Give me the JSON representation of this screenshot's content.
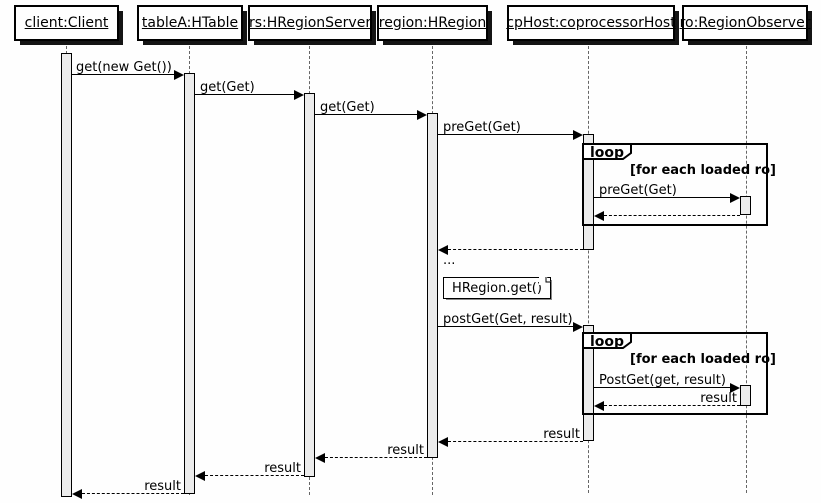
{
  "diagram": {
    "type": "uml-sequence-diagram",
    "participants": [
      {
        "label": "client:Client"
      },
      {
        "label": "tableA:HTable"
      },
      {
        "label": "rs:HRegionServer"
      },
      {
        "label": "region:HRegion"
      },
      {
        "label": "cpHost:coprocessorHost"
      },
      {
        "label": "ro:RegionObserver"
      }
    ],
    "messages": [
      {
        "label": "get(new Get())",
        "kind": "call",
        "from": "client:Client",
        "to": "tableA:HTable"
      },
      {
        "label": "get(Get)",
        "kind": "call",
        "from": "tableA:HTable",
        "to": "rs:HRegionServer"
      },
      {
        "label": "get(Get)",
        "kind": "call",
        "from": "rs:HRegionServer",
        "to": "region:HRegion"
      },
      {
        "label": "preGet(Get)",
        "kind": "call",
        "from": "region:HRegion",
        "to": "cpHost:coprocessorHost"
      },
      {
        "label": "preGet(Get)",
        "kind": "call",
        "from": "cpHost:coprocessorHost",
        "to": "ro:RegionObserver"
      },
      {
        "label": "",
        "kind": "return",
        "from": "ro:RegionObserver",
        "to": "cpHost:coprocessorHost"
      },
      {
        "label": "",
        "kind": "return",
        "from": "cpHost:coprocessorHost",
        "to": "region:HRegion"
      },
      {
        "label": "postGet(Get, result)",
        "kind": "call",
        "from": "region:HRegion",
        "to": "cpHost:coprocessorHost"
      },
      {
        "label": "PostGet(get, result)",
        "kind": "call",
        "from": "cpHost:coprocessorHost",
        "to": "ro:RegionObserver"
      },
      {
        "label": "result",
        "kind": "return",
        "from": "ro:RegionObserver",
        "to": "cpHost:coprocessorHost"
      },
      {
        "label": "result",
        "kind": "return",
        "from": "cpHost:coprocessorHost",
        "to": "region:HRegion"
      },
      {
        "label": "result",
        "kind": "return",
        "from": "region:HRegion",
        "to": "rs:HRegionServer"
      },
      {
        "label": "result",
        "kind": "return",
        "from": "rs:HRegionServer",
        "to": "tableA:HTable"
      },
      {
        "label": "result",
        "kind": "return",
        "from": "tableA:HTable",
        "to": "client:Client"
      }
    ],
    "loops": [
      {
        "title": "loop",
        "guard": "[for each loaded ro]"
      },
      {
        "title": "loop",
        "guard": "[for each loaded ro]"
      }
    ],
    "note": {
      "text": "HRegion.get()"
    },
    "ellipsis": "...",
    "colors": {
      "background": "#FEFEFE",
      "box_fill": "#FEFEFE",
      "activation_fill": "#ECECEC",
      "border": "#000000",
      "lifeline": "#666666",
      "shadow": "#141414"
    }
  }
}
